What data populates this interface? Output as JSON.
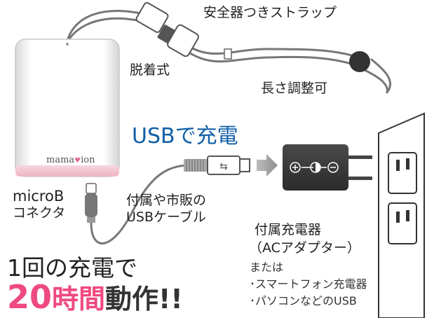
{
  "labels": {
    "strap": "安全器つきストラップ",
    "detach": "脱着式",
    "length_adjust": "長さ調整可",
    "usb_charge": "USBで充電",
    "micro_b": "microB",
    "connector": "コネクタ",
    "cable_line1": "付属や市販の",
    "cable_line2": "USBケーブル",
    "charger_line1": "付属充電器",
    "charger_line2": "（ACアダプター）",
    "or": "または",
    "option1": "･スマートフォン充電器",
    "option2": "･パソコンなどのUSB"
  },
  "device": {
    "brand_left": "mama",
    "brand_heart": "♥",
    "brand_right": "ion"
  },
  "headline": {
    "line1": "1回の充電で",
    "number": "20",
    "unit": "時間",
    "rest": "動作!!"
  },
  "colors": {
    "usb_blue": "#0f5fa8",
    "pink": "#ef4a7f",
    "device_band": "#f3c6d3"
  }
}
